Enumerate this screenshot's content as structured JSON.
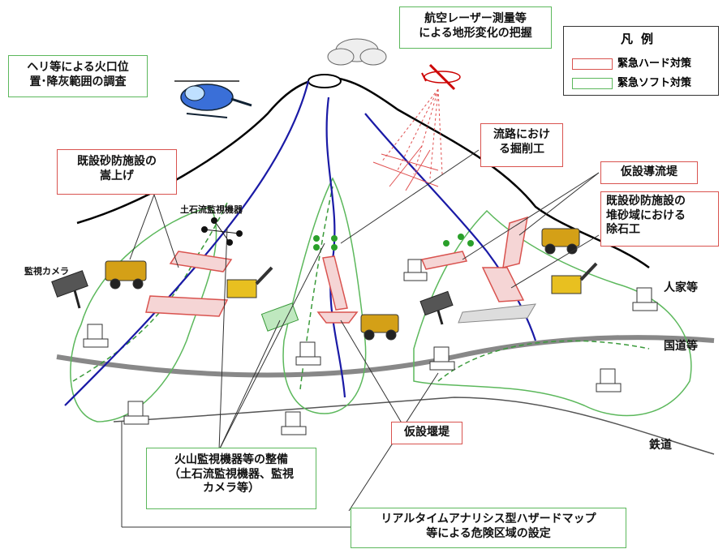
{
  "labels": {
    "heli_survey": "ヘリ等による火口位\n置･降灰範囲の調査",
    "laser_survey": "航空レーザー測量等\nによる地形変化の把握",
    "raise_existing": "既設砂防施設の\n嵩上げ",
    "channel_excavation": "流路におけ\nる掘削工",
    "temp_guide_levee": "仮設導流堤",
    "sediment_removal": "既設砂防施設の\n堆砂域における\n除石工",
    "temp_dam": "仮設堰堤",
    "monitoring_equipment": "火山監視機器等の整備\n（土石流監視機器、監視\nカメラ等）",
    "hazard_map": "リアルタイムアナリシス型ハザードマップ\n等による危険区域の設定"
  },
  "plain_labels": {
    "debris_monitor": "土石流監視機器",
    "camera": "監視カメラ",
    "houses": "人家等",
    "national_road": "国道等",
    "railway": "鉄道"
  },
  "legend": {
    "title": "凡例",
    "items": [
      {
        "label": "緊急ハード対策",
        "color": "#d9534f"
      },
      {
        "label": "緊急ソフト対策",
        "color": "#5cb85c"
      }
    ]
  },
  "colors": {
    "hard": "#d9534f",
    "soft": "#5cb85c",
    "river": "#1a1aa6",
    "road": "#888888",
    "mountain": "#000000",
    "laser": "#e05050"
  }
}
